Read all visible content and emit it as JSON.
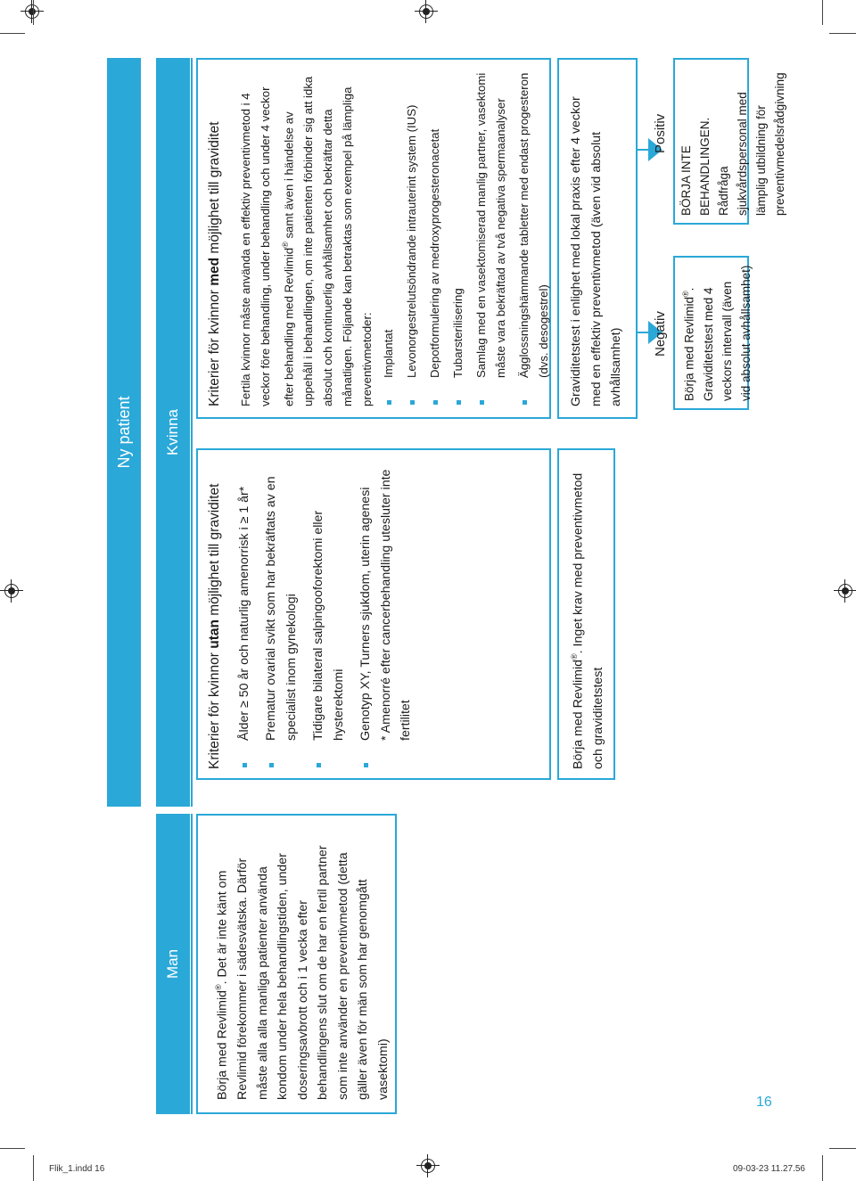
{
  "page": {
    "number": "16"
  },
  "footer": {
    "file": "Flik_1.indd   16",
    "timestamp": "09-03-23   11.27.56"
  },
  "flow": {
    "new_patient": "Ny patient",
    "man": {
      "header": "Man",
      "text_a": "Börja med Revlimid",
      "reg": "®",
      "text_b": ". Det är inte känt om Revlimid förekommer i sädesvätska. Därför måste alla alla manliga patienter använda kondom under hela behandlingstiden, under doseringsavbrott och i 1 vecka efter behandlingens slut om de har en fertil partner som inte använder en preventivmetod (detta gäller även för män som har genomgått vasektomi)"
    },
    "woman": {
      "header": "Kvinna",
      "without": {
        "title_a": "Kriterier för kvinnor ",
        "title_bold": "utan",
        "title_b": " möjlighet till graviditet",
        "criteria": [
          "Ålder ≥ 50 år och naturlig amenorrisk i ≥ 1 år*",
          "Prematur ovarial svikt som har bekräftats av en specialist inom gynekologi",
          "Tidigare bilateral salpingooforektomi eller hysterektomi",
          "Genotyp XY, Turners sjukdom, uterin agenesi"
        ],
        "footnote": "* Amenorré efter cancerbehandling utesluter inte fertilitet",
        "action_a": "Börja med Revlimid",
        "action_reg": "®",
        "action_b": ". Inget krav med preventivmetod och graviditetstest"
      },
      "with": {
        "title_a": "Kriterier för kvinnor ",
        "title_bold": "med",
        "title_b": " möjlighet till graviditet",
        "intro_a": "Fertila kvinnor måste använda en effektiv preventivmetod i 4 veckor före behandling, under behandling och under 4 veckor efter behandling med Revlimid",
        "intro_reg": "®",
        "intro_b": " samt även i händelse av uppehåll i behandlingen, om inte patienten förbinder sig att idka absolut och kontinuerlig avhållsamhet och bekräftar detta månatligen. Följande kan betraktas som exempel på lämpliga preventivmetoder:",
        "methods": [
          "Implantat",
          "Levonorgestrelutsöndrande intrauterint system (IUS)",
          "Depotformulering av medroxyprogesteronacetat",
          "Tubarsterilisering",
          "Samlag med en vasektomiserad manlig partner, vasektomi måste vara bekräftad av två negativa spermaanalyser",
          "Ägglossningshämmande tabletter med endast progesteron (dvs. desogestrel)"
        ],
        "test": "Graviditetstest i enlighet med lokal praxis efter 4 veckor med en effektiv preventivmetod (även vid absolut avhållsamhet)",
        "negative": {
          "label": "Negativ",
          "text_a": "Börja med Revlimid",
          "text_reg": "®",
          "text_b": ". Graviditetstest med 4 veckors intervall (även vid absolut avhållsamhet)"
        },
        "positive": {
          "label": "Positiv",
          "text": "BÖRJA INTE BEHANDLINGEN. Rådfråga sjukvårdspersonal med lämplig utbildning för preventivmedelsrådgivning"
        }
      }
    }
  },
  "colors": {
    "accent": "#2aa8d8"
  }
}
